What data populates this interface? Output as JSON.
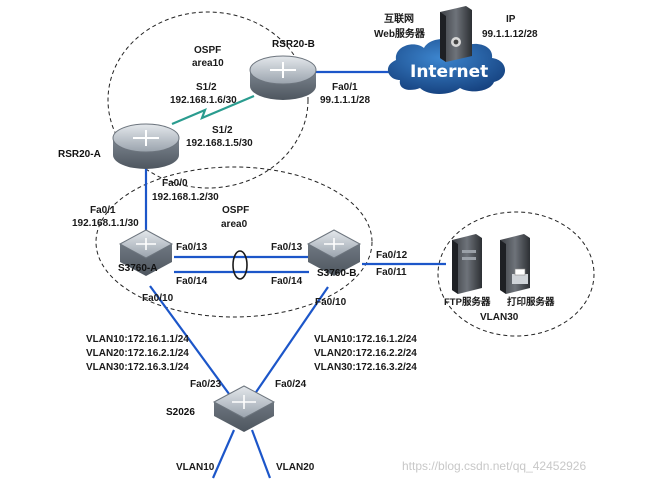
{
  "devices": {
    "rsr20b": "RSR20-B",
    "rsr20a": "RSR20-A",
    "s3760a": "S3760-A",
    "s3760b": "S3760-B",
    "s2026": "S2026",
    "internet": "Internet",
    "web_server": [
      "互联网",
      "Web服务器"
    ],
    "ftp_server": "FTP服务器",
    "print_server": "打印服务器"
  },
  "areas": {
    "area10": [
      "OSPF",
      "area10"
    ],
    "area0": [
      "OSPF",
      "area0"
    ],
    "vlan30_group": "VLAN30"
  },
  "server_ip": [
    "IP",
    "99.1.1.12/28"
  ],
  "interfaces": {
    "rsr20b_s12": [
      "S1/2",
      "192.168.1.6/30"
    ],
    "rsr20a_s12": [
      "S1/2",
      "192.168.1.5/30"
    ],
    "rsr20b_fa01": [
      "Fa0/1",
      "99.1.1.1/28"
    ],
    "rsr20a_fa00": [
      "Fa0/0",
      "192.168.1.2/30"
    ],
    "s3760a_fa01": [
      "Fa0/1",
      "192.168.1.1/30"
    ],
    "s3760a_fa013": "Fa0/13",
    "s3760a_fa014": "Fa0/14",
    "s3760b_fa013": "Fa0/13",
    "s3760b_fa014": "Fa0/14",
    "s3760b_fa012": "Fa0/12",
    "s3760b_fa011": "Fa0/11",
    "s3760a_fa010": "Fa0/10",
    "s3760b_fa010": "Fa0/10",
    "s2026_fa023": "Fa0/23",
    "s2026_fa024": "Fa0/24"
  },
  "vlan_ips": {
    "s3760a": [
      "VLAN10:172.16.1.1/24",
      "VLAN20:172.16.2.1/24",
      "VLAN30:172.16.3.1/24"
    ],
    "s3760b": [
      "VLAN10:172.16.1.2/24",
      "VLAN20:172.16.2.2/24",
      "VLAN30:172.16.3.2/24"
    ]
  },
  "access_vlans": {
    "left": "VLAN10",
    "right": "VLAN20"
  },
  "watermark": "https://blog.csdn.net/qq_42452926",
  "colors": {
    "link": "#1c56c9",
    "device_body": "#8e96a0",
    "device_top": "#c9cfd6",
    "cloud": "#1f5fa8"
  }
}
